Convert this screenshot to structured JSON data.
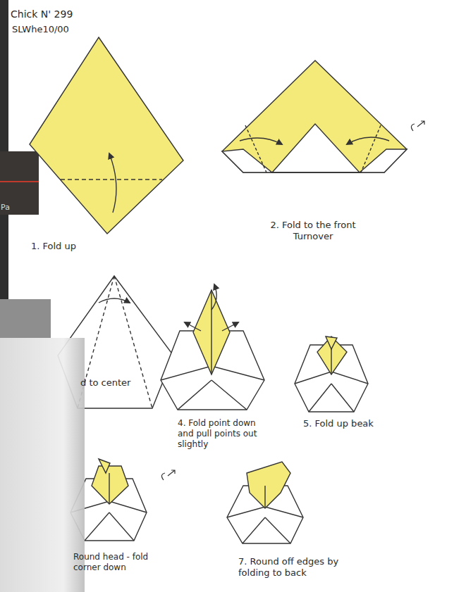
{
  "diagram": {
    "title": "Chick N' 299",
    "labels": [
      "SLWhe10/00",
      "1. Fold up",
      "2. Fold to the front Turnover",
      "d to center",
      "4. Fold point down and pull points out slightly",
      "5. Fold up beak",
      "Round head - fold corner down",
      "7. Round off edges by folding to back",
      "Pa"
    ]
  }
}
